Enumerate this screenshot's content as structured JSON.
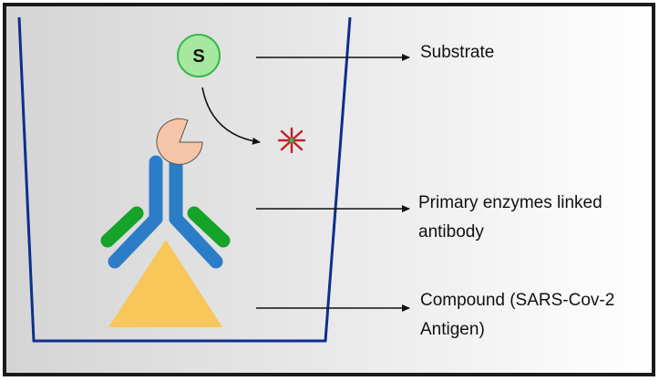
{
  "labels": {
    "substrate": "Substrate",
    "antibody_line1": "Primary enzymes linked",
    "antibody_line2": "antibody",
    "antigen_line1": "Compound (SARS-Cov-2",
    "antigen_line2": "Antigen)"
  },
  "substrate_symbol": "S",
  "colors": {
    "frame_border": "#1a1a1a",
    "well_outline": "#0d2f8c",
    "background_light": "#ffffff",
    "background_dark": "#d6d6d6",
    "substrate_fill": "#a6e8a0",
    "substrate_stroke": "#35b94a",
    "enzyme_fill": "#f6c4a6",
    "antibody_blue": "#2c7dc8",
    "antibody_green": "#16a32a",
    "antigen_yellow": "#f7c75a",
    "product_star": "#c0202a",
    "arrow": "#111111"
  }
}
